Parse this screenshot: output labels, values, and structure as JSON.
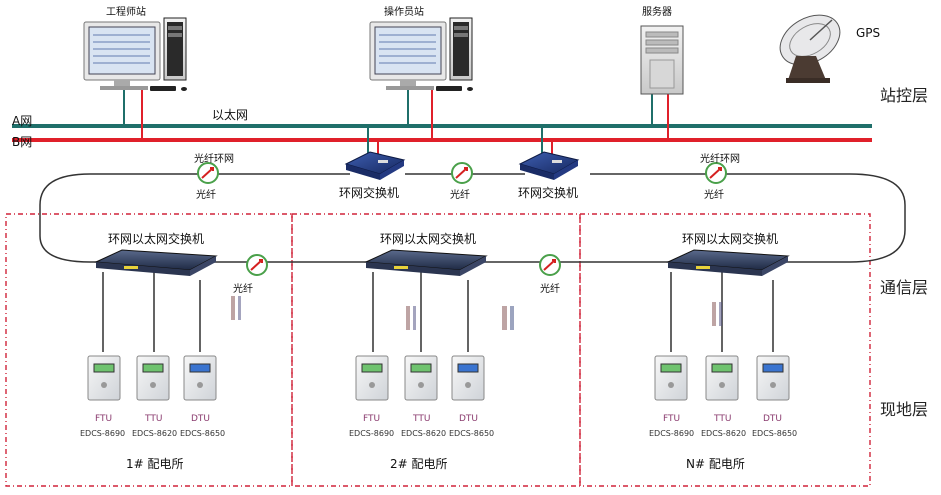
{
  "top": {
    "engineer_station": "工程师站",
    "operator_station": "操作员站",
    "server": "服务器",
    "gps": "GPS"
  },
  "networks": {
    "a_net": "A网",
    "b_net": "B网",
    "ethernet": "以太网",
    "colors": {
      "a": "#1f6f6a",
      "b": "#e0202a",
      "ring": "#333333",
      "zone": "#d0243a"
    }
  },
  "ring": {
    "fiber_ring_left": "光纤环网",
    "fiber_ring_right": "光纤环网",
    "fiber": "光纤",
    "ring_switch": "环网交换机"
  },
  "layers": {
    "station_control": "站控层",
    "communication": "通信层",
    "field": "现地层"
  },
  "zones": [
    {
      "switch_label": "环网以太网交换机",
      "station": "1# 配电所",
      "devices": [
        {
          "name": "FTU",
          "model": "EDCS-8690"
        },
        {
          "name": "TTU",
          "model": "EDCS-8620"
        },
        {
          "name": "DTU",
          "model": "EDCS-8650"
        }
      ]
    },
    {
      "switch_label": "环网以太网交换机",
      "station": "2# 配电所",
      "devices": [
        {
          "name": "FTU",
          "model": "EDCS-8690"
        },
        {
          "name": "TTU",
          "model": "EDCS-8620"
        },
        {
          "name": "DTU",
          "model": "EDCS-8650"
        }
      ]
    },
    {
      "switch_label": "环网以太网交换机",
      "station": "N# 配电所",
      "devices": [
        {
          "name": "FTU",
          "model": "EDCS-8690"
        },
        {
          "name": "TTU",
          "model": "EDCS-8620"
        },
        {
          "name": "DTU",
          "model": "EDCS-8650"
        }
      ]
    }
  ]
}
